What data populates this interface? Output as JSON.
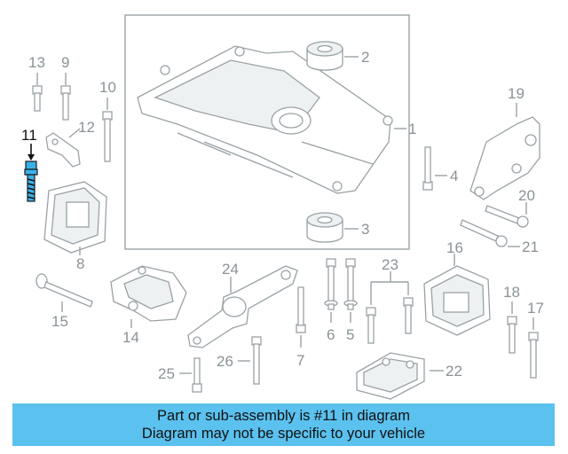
{
  "diagram": {
    "highlight_color": "#3bb0e8",
    "highlighted_part": "11",
    "labels": {
      "p1": "1",
      "p2": "2",
      "p3": "3",
      "p4": "4",
      "p5": "5",
      "p6": "6",
      "p7": "7",
      "p8": "8",
      "p9": "9",
      "p10": "10",
      "p11": "11",
      "p12": "12",
      "p13": "13",
      "p14": "14",
      "p15": "15",
      "p16": "16",
      "p17": "17",
      "p18": "18",
      "p19": "19",
      "p20": "20",
      "p21": "21",
      "p22": "22",
      "p23": "23",
      "p24": "24",
      "p25": "25",
      "p26": "26"
    }
  },
  "banner": {
    "background": "#5bc1ee",
    "line1": "Part or sub-assembly is #11 in diagram",
    "line2": "Diagram may not be specific to your vehicle"
  }
}
